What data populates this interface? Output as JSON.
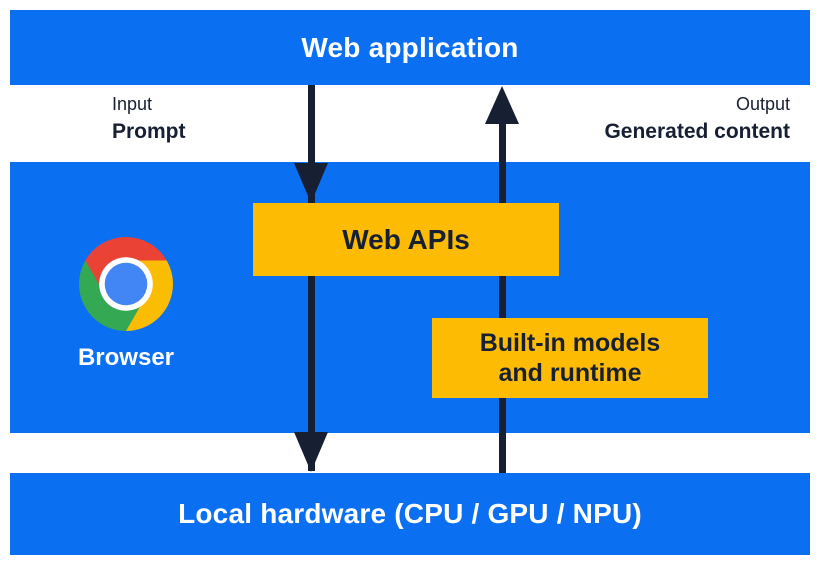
{
  "top_banner": {
    "label": "Web application"
  },
  "flows": {
    "input_label": "Input",
    "input_value": "Prompt",
    "output_label": "Output",
    "output_value": "Generated content"
  },
  "browser": {
    "label": "Browser",
    "web_apis_label": "Web APIs",
    "builtin_models_label": "Built-in models and runtime"
  },
  "bottom_banner": {
    "label": "Local hardware (CPU / GPU / NPU)"
  },
  "icons": {
    "chrome_logo": "chrome-browser-icon"
  },
  "colors": {
    "panel_blue": "#0b6ff2",
    "accent_yellow": "#fdbc03",
    "ink_dark": "#172032",
    "chrome_red": "#ea4335",
    "chrome_yellow": "#fbbc04",
    "chrome_green": "#34a853",
    "chrome_center_blue": "#4285f4"
  }
}
